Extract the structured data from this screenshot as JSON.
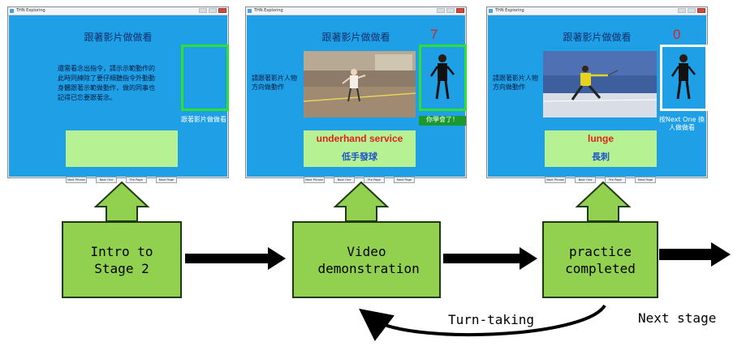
{
  "screens": [
    {
      "window_title": "THN Exploring",
      "app_title": "跟著影片做做看",
      "intro_text": "還需看念出指令，請示示範動作的此時同練除了要仔細聽指令外動動身體跟著示範做動作，做的同事也記得已忘要跟著念。",
      "camera_label": "跟著影片做做看",
      "buttons": [
        "Next Phrase",
        "Next One",
        "Pre Page",
        "Next Page"
      ]
    },
    {
      "window_title": "THN Exploring",
      "app_title": "跟著影片做做看",
      "counter": "7",
      "instruction": "請跟著影片人物方向做動作",
      "move_en": "underhand service",
      "move_zh": "低手發球",
      "camera_label": "你學會了！",
      "buttons": [
        "Next Phrase",
        "Next One",
        "Pre Page",
        "Next Page"
      ]
    },
    {
      "window_title": "THN Exploring",
      "app_title": "跟著影片做做看",
      "counter": "0",
      "instruction": "請跟著影片人物方向做動作",
      "move_en": "lunge",
      "move_zh": "長刺",
      "camera_label": "按Next One 換人做做看",
      "buttons": [
        "Next Phrase",
        "Next One",
        "Pre Page",
        "Next Page"
      ]
    }
  ],
  "flow": {
    "boxes": [
      "Intro to Stage 2",
      "Video demonstration",
      "practice completed"
    ],
    "turn_taking": "Turn-taking",
    "next_stage": "Next stage"
  },
  "colors": {
    "screen_bg": "#1e9fe6",
    "panel_green": "#b6f294",
    "box_green": "#92d050",
    "move_en": "#e02020",
    "move_zh": "#1f56c7",
    "camera_border": "#2ee034"
  }
}
